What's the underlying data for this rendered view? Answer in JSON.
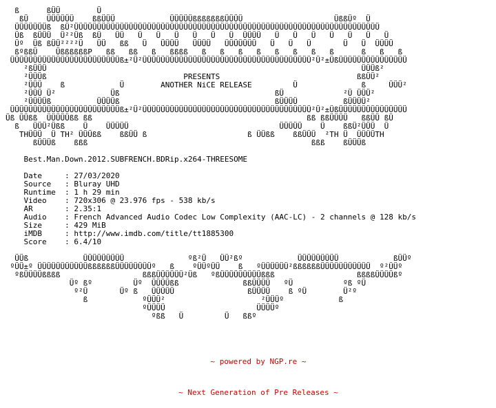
{
  "colors": {
    "background": "#ffffff",
    "text": "#000000",
    "footer": "#cc0000"
  },
  "nfo_lines": [
    "  ß      ßÜÜ        Ü",
    "   ßÜ    ÜÜÜÜÜÜ    ßßÜÜÜ            ÜÜÜÜÜßßßßßßßÜÜÜÜ                    ÜßßÜº  Ü",
    "  ÜÜÜÜÜÜÜß  ßÜ²ÜÜÜÜÜÜÜÜÜÜÜÜÜÜÜÜÜÜÜÜÜÜÜÜÜÜÜÜÜÜÜÜÜÜÜÜÜÜÜÜÜÜÜÜÜÜÜÜÜÜÜÜÜÜÜÜÜÜÜÜÜÜÜÜÜÜÜ",
    "  Üß  ßÜÜÜ  Ü²²Üß  ßÜ   ÜÜ   Ü   Ü   Ü   Ü   Ü   Ü  ÜÜÜÜ   Ü   Ü   Ü   Ü   Ü   Ü   Ü",
    "  Üº  Üß ßÜÜ²²²²Ü   ÜÜ   ßß   Ü   ÜÜÜÜ   ÜÜÜÜ   ÜÜÜÜÜÜÜ   Ü   Ü   Ü       Ü   Ü  ÜÜÜÜ",
    "  ßºßßÜ    ÜßßßßßßP   ßß   ßß   ß   ßßßß   ß   ß   ß   ß   ß   ß   ß   ß      ß   ß   ß",
    " ÜÜÜÜÜÜÜÜÜÜÜÜÜÜÜÜÜÜÜÜÜÜÜÜß±²Ü²ÜÜÜÜÜÜÜÜÜÜÜÜÜÜÜÜÜÜÜÜÜÜÜÜÜÜÜÜÜÜÜÜÜÜÜÜÜ²Ü²±ÜßÜÜÜÜÜÜÜÜÜÜÜÜÜÜÜ",
    "    ²ßÜÜÜ                                                                     ÜÜÜß²",
    "    ²ÜÜÜß                              PRESENTS                              ßßÜÜ²",
    "    ²ÜÜÜ    ß            Ü        ANOTHER NiCE RELEASE         Ü              ß     ÜÜÜ²",
    "    ²ÜÜÜ Ü²            Üß                                  ßÜ             ²Ü ÜÜÜ²",
    "    ²ÜÜÜÜß          ÜÜÜÜß                                  ßÜÜÜÜ          ßÜÜÜÜ²",
    " ÜÜÜÜÜÜÜÜÜÜÜÜÜÜÜÜÜÜÜÜÜÜÜÜß±²Ü²ÜÜÜÜÜÜÜÜÜÜÜÜÜÜÜÜÜÜÜÜÜÜÜÜÜÜÜÜÜÜÜÜÜÜÜÜÜ²Ü²±ÜßÜÜÜÜÜÜÜÜÜÜÜÜÜÜÜ",
    "Üß ÜÜßß  ÜÜÜÜÜßß ßß                                               ßß ßßÜÜÜÜ   ßßÜÜ ßÜ",
    "  ß   ÜÜÜ²Üßß    Ü    ÜÜÜÜÜ                                 ÜÜÜÜÜ    Ü    ßßÜ²ÜÜÜ  Ü",
    "   THÜÜÜ  Ü TH² ÜÜÜßß    ßßÜÜ ß                      ß ÜÜßß    ßßÜÜÜ  ²TH Ü  ÜÜÜÜTH",
    "      ßÜÜÜß    ßßß                                                 ßßß    ßÜÜÜß",
    "",
    "    Best.Man.Down.2012.SUBFRENCH.BDRip.x264-THREESOME",
    "",
    "    Date     : 27/03/2020",
    "    Source   : Bluray UHD",
    "    Runtime  : 1 h 29 min",
    "    Video    : 720x306 @ 23.976 fps - 538 kb/s",
    "    AR       : 2.35:1",
    "    Audio    : French Advanced Audio Codec Low Complexity (AAC-LC) - 2 channels @ 128 kb/s",
    "    Size     : 429 MiB",
    "    iMDB     : http://www.imdb.com/title/tt1885300",
    "    Score    : 6.4/10",
    "",
    "  ÜÜß            ÜÜÜÜÜÜÜÜÜ              ºß²Ü   ÜÜ²ßº            ÜÜÜÜÜÜÜÜÜ            ßÜÜº",
    " ºÜÜ±º ÜÜÜÜÜÜÜÜÜÜÜßßßßßßÜÜÜÜÜÜÜÜº   ß    ºÜÜºÜÜ    ß   ºÜÜÜÜÜÜ²ßßßßßßÜÜÜÜÜÜÜÜÜÜÜ  º²ÜÜº",
    "  ºßÜÜÜÜßßßß                  ßßßÜÜÜÜÜÜ²Üß   ºßÜÜÜÜÜÜÜÜÜßßß                  ßßßßÜÜÜÜßº",
    "              Üº ßº         Üº  ÜÜÜÜßß              ßßÜÜÜÜ   ºÜ           ºß ºÜ",
    "               º²Ü       Üº ß   ÜÜÜÜÜ                ßÜÜÜÜ    ß ºÜ        Ü²º",
    "                 ß            ºÜÜÜ²                     ²ÜÜÜº            ß",
    "                              ºÜÜÜÜ                    ÜÜÜÜº",
    "                                ºßß   Ü         Ü   ßßº"
  ],
  "footer": {
    "line1": "~ powered by NGP.re ~",
    "line2": "~ Next Generation of Pre Releases ~"
  }
}
